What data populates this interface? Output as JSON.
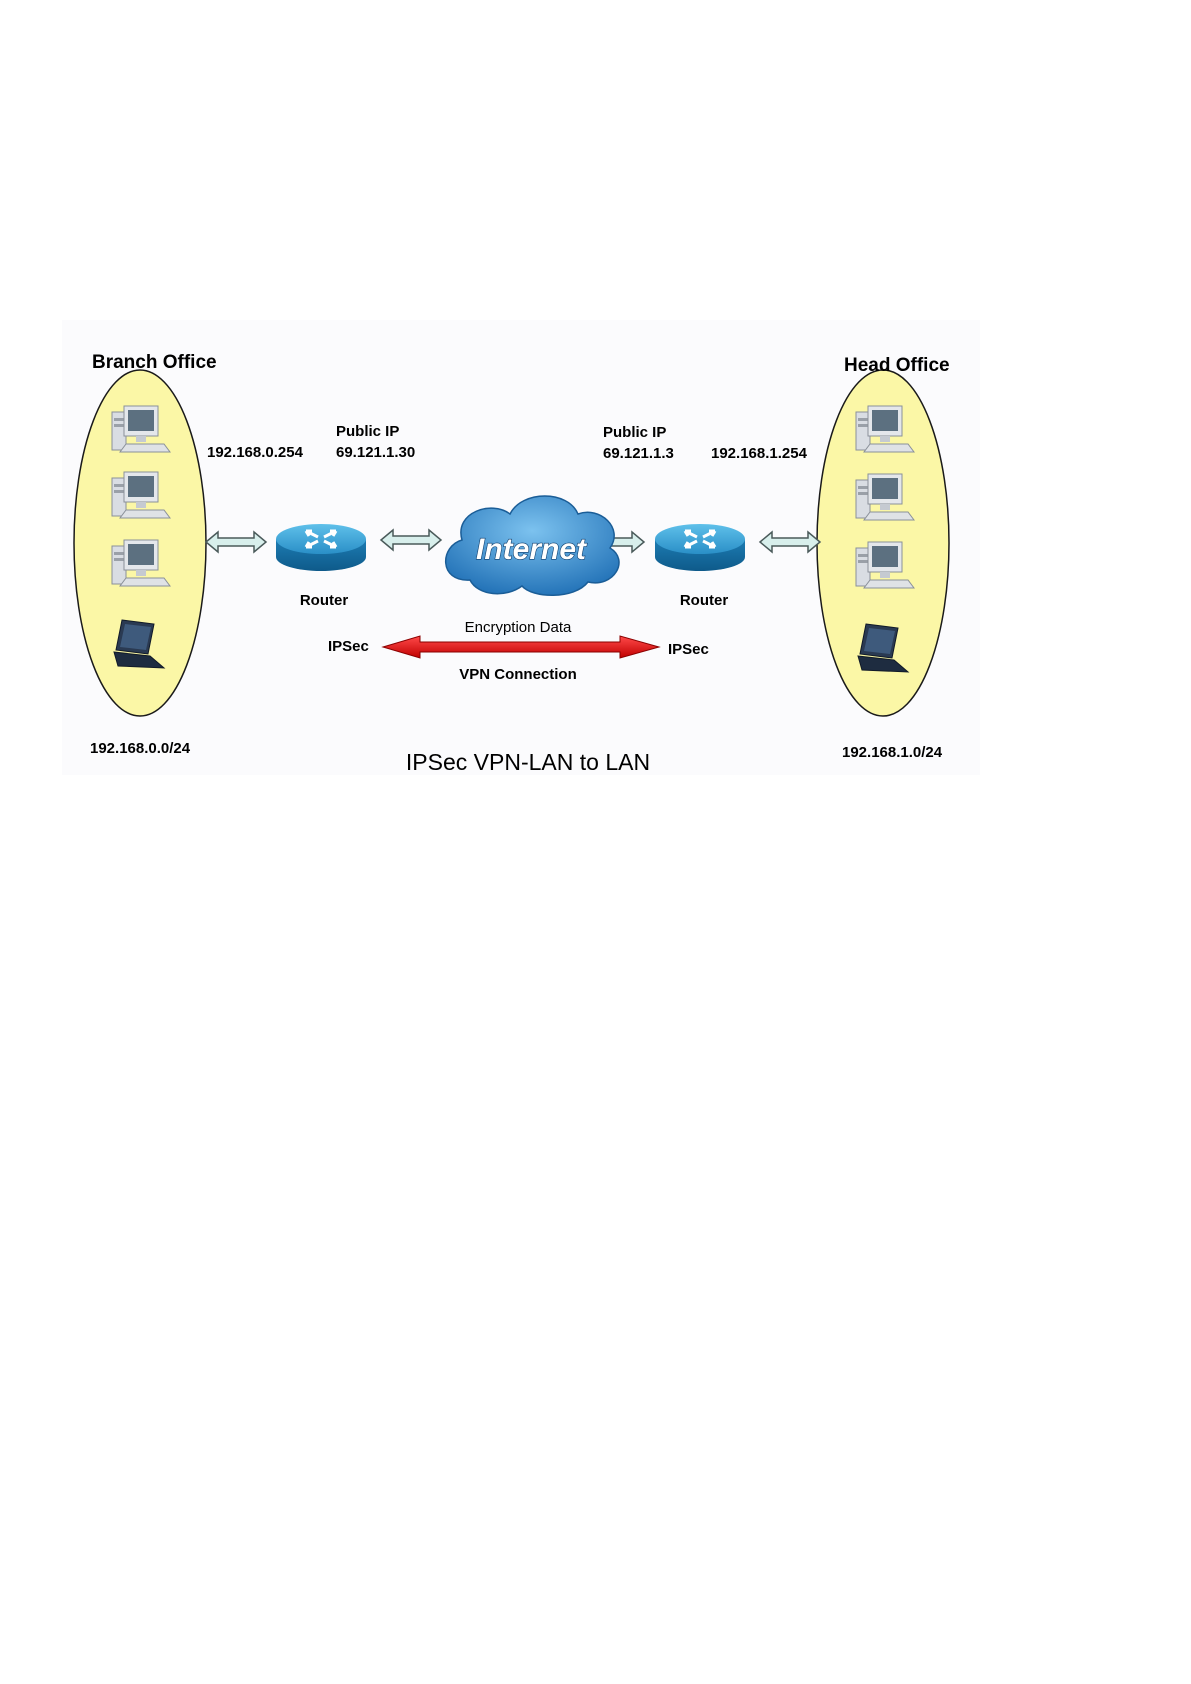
{
  "branch": {
    "title": "Branch Office",
    "gateway_ip": "192.168.0.254",
    "subnet": "192.168.0.0/24",
    "public_ip_label": "Public IP",
    "public_ip": "69.121.1.30",
    "router_label": "Router",
    "ipsec_label": "IPSec"
  },
  "head": {
    "title": "Head Office",
    "gateway_ip": "192.168.1.254",
    "subnet": "192.168.1.0/24",
    "public_ip_label": "Public IP",
    "public_ip": "69.121.1.3",
    "router_label": "Router",
    "ipsec_label": "IPSec"
  },
  "internet_label": "Internet",
  "tunnel": {
    "top_label": "Encryption Data",
    "bottom_label": "VPN Connection"
  },
  "caption": "IPSec VPN-LAN to LAN",
  "colors": {
    "oval_fill": "#fbf7a6",
    "router": "#1f8fc4",
    "cloud": "#2f8bd0",
    "tunnel_arrow": "#e0151b",
    "link_arrow": "#cfe9e6"
  }
}
